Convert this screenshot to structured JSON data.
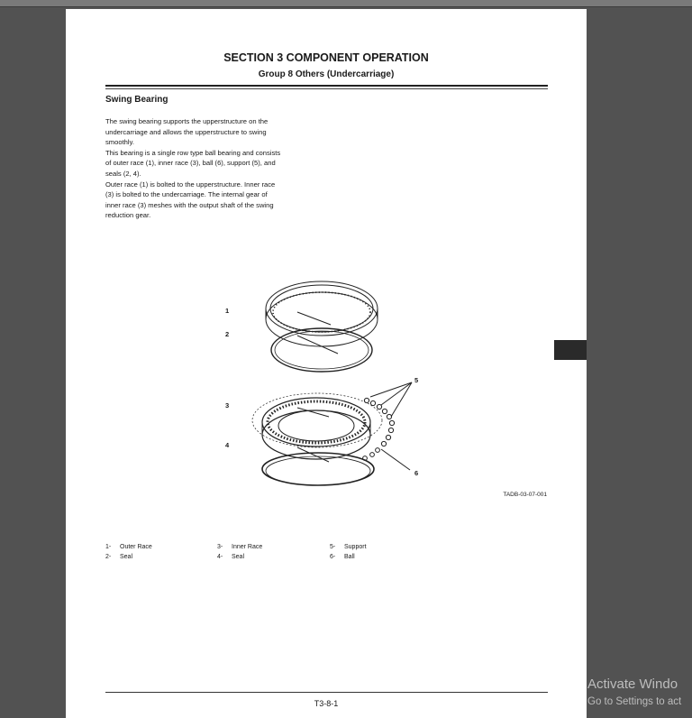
{
  "page": {
    "section_title": "SECTION 3 COMPONENT OPERATION",
    "group_title": "Group 8 Others (Undercarriage)",
    "subheading": "Swing Bearing",
    "body_lines": [
      "The swing bearing supports the upperstructure on the",
      "undercarriage and allows the upperstructure to swing",
      "smoothly.",
      "This bearing is a single row type ball bearing and consists",
      "of outer race (1), inner race (3), ball (6), support (5), and",
      "seals (2, 4).",
      "Outer race (1) is bolted to the upperstructure. Inner race",
      "(3) is bolted to the undercarriage. The internal gear of",
      "inner race (3) meshes with the output shaft of the swing",
      "reduction gear."
    ],
    "figure": {
      "callouts": [
        "1",
        "2",
        "3",
        "4",
        "5",
        "6"
      ],
      "code": "TADB-03-07-001"
    },
    "legend": [
      {
        "num": "1-",
        "label": "Outer Race"
      },
      {
        "num": "2-",
        "label": "Seal"
      },
      {
        "num": "3-",
        "label": "Inner Race"
      },
      {
        "num": "4-",
        "label": "Seal"
      },
      {
        "num": "5-",
        "label": "Support"
      },
      {
        "num": "6-",
        "label": "Ball"
      }
    ],
    "page_number": "T3-8-1"
  },
  "watermark": {
    "line1": "Activate Windo",
    "line2": "Go to Settings to act"
  },
  "colors": {
    "background": "#525252",
    "page": "#ffffff",
    "section_tab": "#2a2a2a"
  }
}
